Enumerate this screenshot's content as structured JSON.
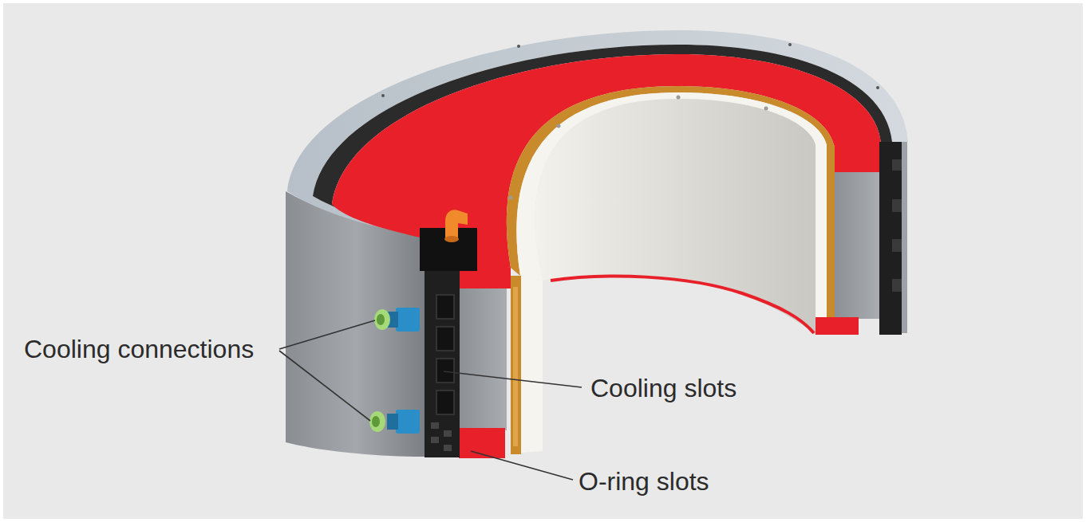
{
  "diagram": {
    "labels": [
      "Cooling connections",
      "Cooling slots",
      "O-ring slots"
    ]
  }
}
